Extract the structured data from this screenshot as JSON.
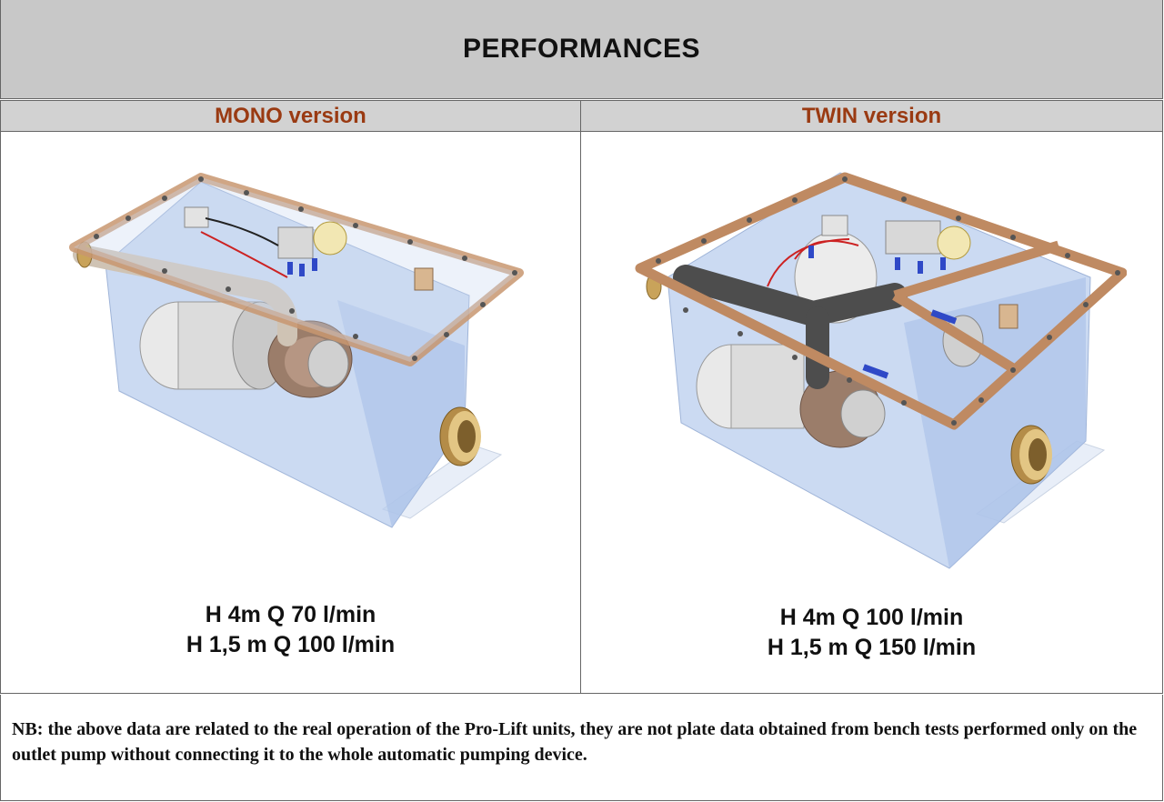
{
  "header": {
    "title": "PERFORMANCES"
  },
  "columns": [
    {
      "heading": "MONO version",
      "performance": [
        "H 4m Q 70 l/min",
        "H 1,5 m Q 100 l/min"
      ],
      "image": "mono-pump-unit-illustration"
    },
    {
      "heading": "TWIN version",
      "performance": [
        "H 4m Q 100 l/min",
        "H 1,5 m Q 150 l/min"
      ],
      "image": "twin-pump-unit-illustration"
    }
  ],
  "note": "NB: the above data are related to the real operation of the Pro-Lift units, they are not plate data obtained from bench tests performed only on the outlet pump without connecting it to the whole automatic pumping device.",
  "colors": {
    "header_bg": "#c8c8c8",
    "subheader_text": "#9a3a12",
    "tank_fill": "#b9cdee",
    "frame": "#b8865e",
    "brass": "#c9a35a"
  }
}
